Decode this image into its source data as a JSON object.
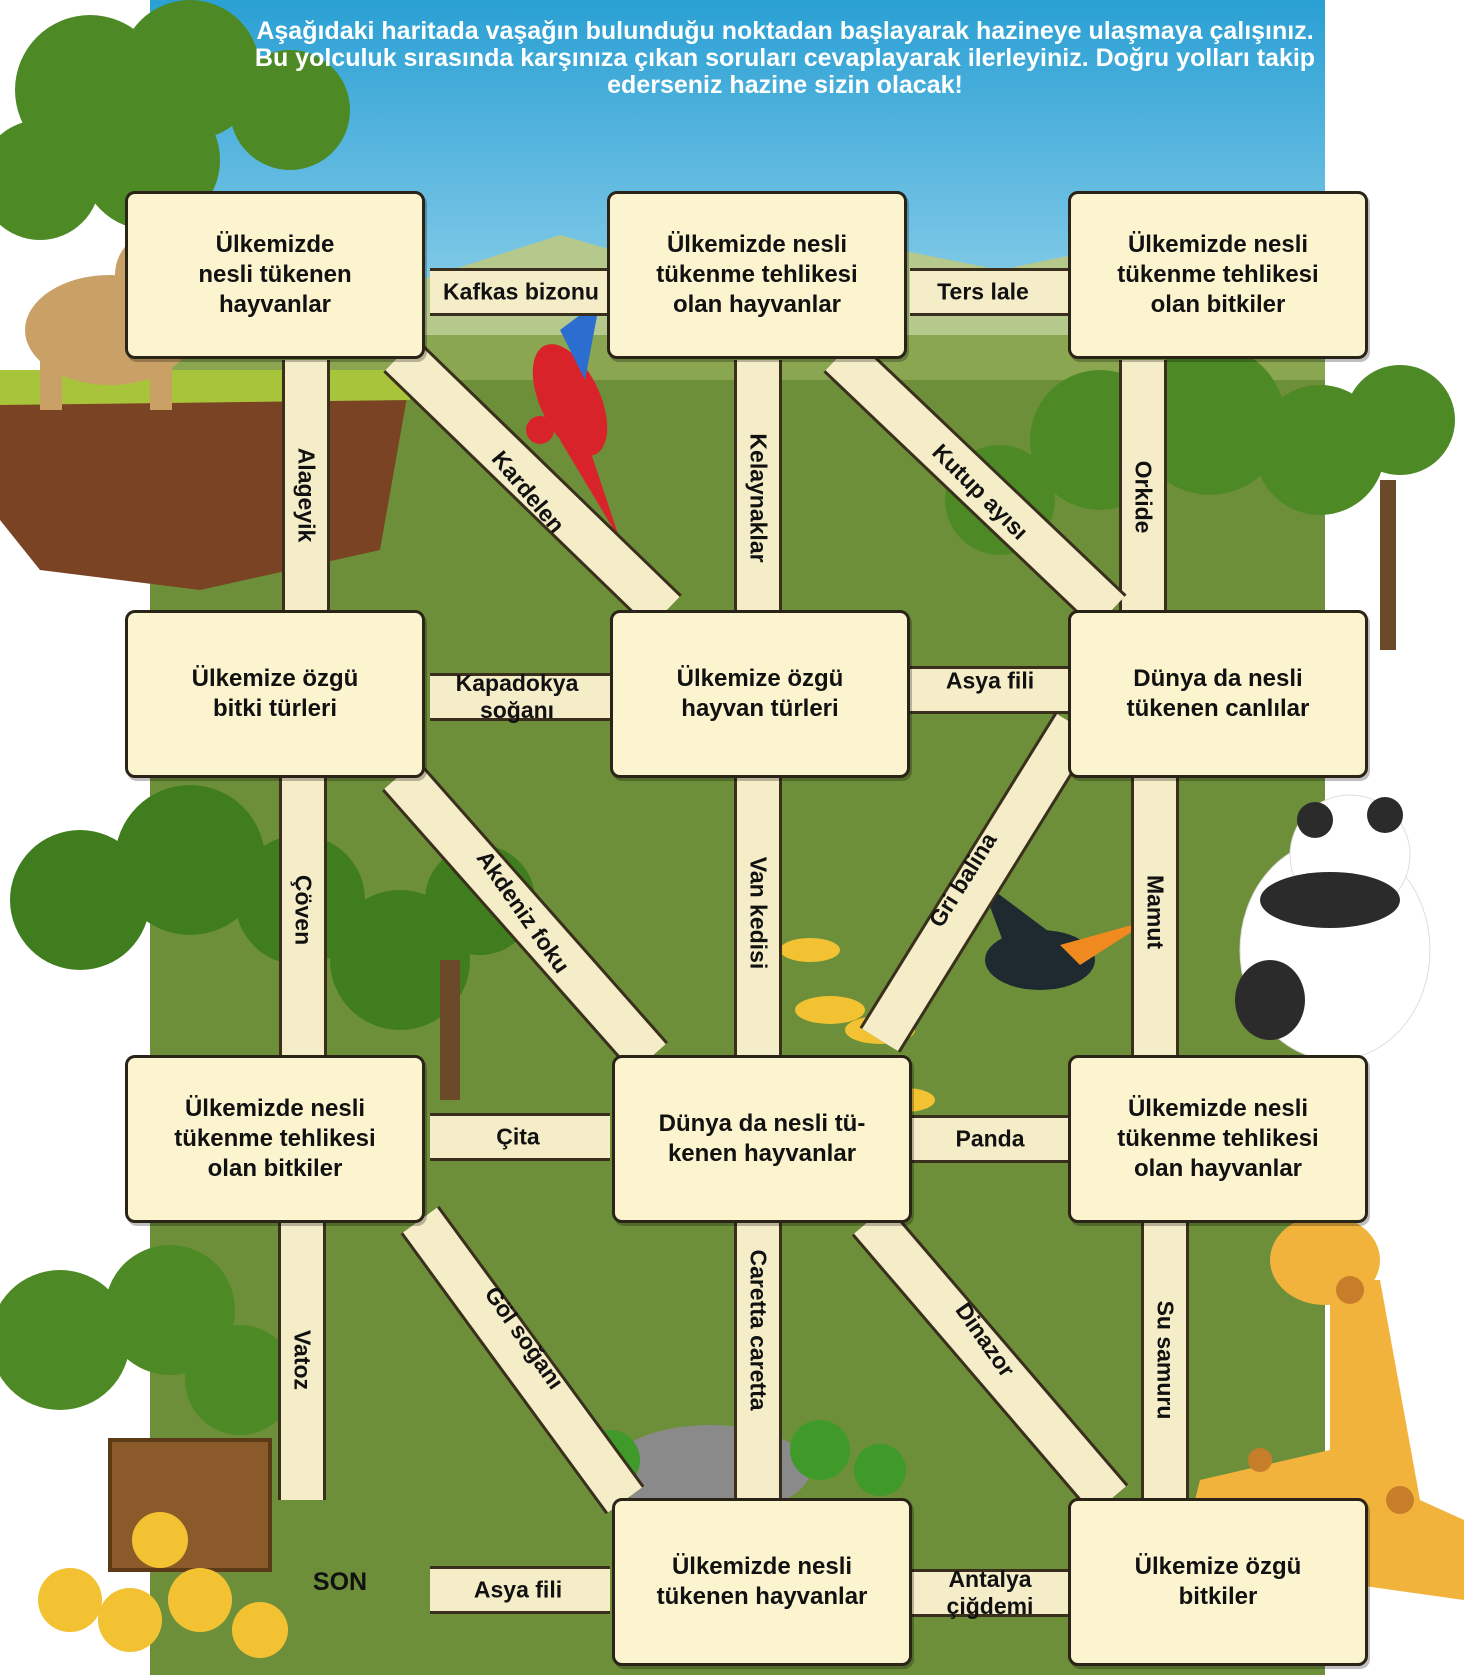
{
  "instructions": "Aşağıdaki haritada vaşağın bulunduğu noktadan başlayarak hazineye ulaşmaya çalışınız. Bu yolculuk sırasında karşınıza çıkan soruları cevaplayarak ilerleyiniz. Doğru yolları takip ederseniz hazine sizin olacak!",
  "boxes": {
    "r0c0": "Ülkemizde\nnesli tükenen\nhayvanlar",
    "r0c1": "Ülkemizde  nesli\ntükenme tehlikesi\nolan hayvanlar",
    "r0c2": "Ülkemizde nesli\ntükenme tehlikesi\nolan bitkiler",
    "r1c0": "Ülkemize özgü\nbitki türleri",
    "r1c1": "Ülkemize özgü\nhayvan türleri",
    "r1c2": "Dünya da nesli\ntükenen canlılar",
    "r2c0": "Ülkemizde nesli\ntükenme tehlikesi\nolan bitkiler",
    "r2c1": "Dünya da nesli tü-\nkenen hayvanlar",
    "r2c2": "Ülkemizde nesli\ntükenme tehlikesi\nolan hayvanlar",
    "r3c0": "SON",
    "r3c1": "Ülkemizde nesli\ntükenen hayvanlar",
    "r3c2": "Ülkemize özgü\nbitkiler"
  },
  "paths": {
    "h_r0_a": "Kafkas bizonu",
    "h_r0_b": "Ters lale",
    "h_r1_a": "Kapadokya\nsoğanı",
    "h_r1_b": "Asya fili",
    "h_r2_a": "Çita",
    "h_r2_b": "Panda",
    "h_r3_a": "Asya fili",
    "h_r3_b": "Antalya\nçiğdemi",
    "v_c0_a": "Alageyik",
    "v_c0_b": "Çöven",
    "v_c0_c": "Vatoz",
    "v_c1_a": "Kelaynaklar",
    "v_c1_b": "Van kedisi",
    "v_c1_c": "Caretta caretta",
    "v_c2_a": "Orkide",
    "v_c2_b": "Mamut",
    "v_c2_c": "Su samuru",
    "d_1": "Kardelen",
    "d_2": "Kutup ayısı",
    "d_3": "Akdeniz foku",
    "d_4": "Gri balina",
    "d_5": "Göl soğanı",
    "d_6": "Dinazor"
  },
  "colors": {
    "sky": "#2aa2d6",
    "grass": "#6e8f3a",
    "plank": "#f5edc8",
    "box": "#fbf4cf",
    "tree": "#4d8a25"
  }
}
